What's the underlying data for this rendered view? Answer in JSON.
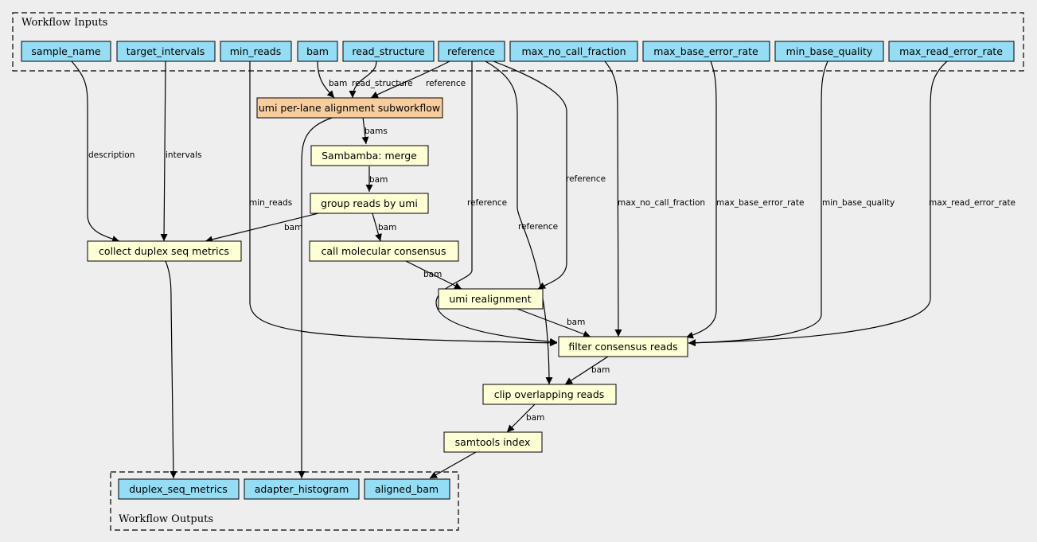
{
  "clusters": {
    "inputs_label": "Workflow Inputs",
    "outputs_label": "Workflow Outputs"
  },
  "colors": {
    "io_fill": "#94ddf4",
    "subworkflow_fill": "#f7cd9e",
    "task_fill": "#ffffd5",
    "background": "#eeeeee"
  },
  "nodes": {
    "sample_name": "sample_name",
    "target_intervals": "target_intervals",
    "min_reads": "min_reads",
    "bam": "bam",
    "read_structure": "read_structure",
    "reference": "reference",
    "max_no_call_fraction": "max_no_call_fraction",
    "max_base_error_rate": "max_base_error_rate",
    "min_base_quality": "min_base_quality",
    "max_read_error_rate": "max_read_error_rate",
    "umi_align": "umi per-lane alignment subworkflow",
    "sambamba_merge": "Sambamba: merge",
    "group_reads": "group reads by umi",
    "collect_duplex": "collect duplex seq metrics",
    "call_consensus": "call molecular consensus",
    "umi_realign": "umi realignment",
    "filter_consensus": "filter consensus reads",
    "clip_overlapping": "clip overlapping reads",
    "samtools_index": "samtools index",
    "duplex_seq_metrics": "duplex_seq_metrics",
    "adapter_histogram": "adapter_histogram",
    "aligned_bam": "aligned_bam"
  },
  "edge_labels": {
    "bam_to_align": "bam",
    "rs_to_align": "read_structure",
    "ref_to_align": "reference",
    "bams": "bams",
    "merge_bam": "bam",
    "description": "description",
    "intervals": "intervals",
    "group_to_collect": "bam",
    "group_to_call": "bam",
    "min_reads": "min_reads",
    "ref_to_filter": "reference",
    "ref_to_clip": "reference",
    "ref_to_realign": "reference",
    "call_to_realign": "bam",
    "realign_to_filter": "bam",
    "max_no_call_fraction": "max_no_call_fraction",
    "max_base_error_rate": "max_base_error_rate",
    "min_base_quality": "min_base_quality",
    "max_read_error_rate": "max_read_error_rate",
    "filter_to_clip": "bam",
    "clip_to_index": "bam"
  }
}
